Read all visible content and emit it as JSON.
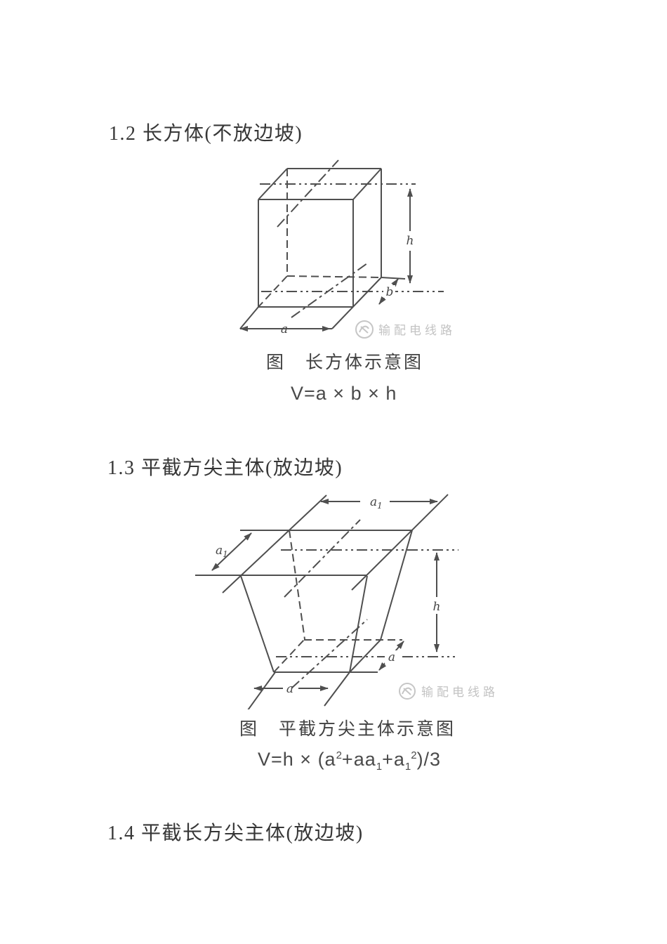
{
  "colors": {
    "ink": "#4f4f4f",
    "heading_text": "#373737",
    "caption_text": "#414141",
    "formula_text": "#4a4a4a",
    "watermark": "#c3c3c3"
  },
  "sections": [
    {
      "heading": "1.2 长方体(不放边坡)",
      "caption": "图　长方体示意图",
      "formula": "V=a × b × h",
      "figure": {
        "labels": {
          "a": "a",
          "b": "b",
          "h": "h"
        },
        "watermark": "输配电线路"
      }
    },
    {
      "heading": "1.3 平截方尖主体(放边坡)",
      "caption": "图　平截方尖主体示意图",
      "formula": {
        "lead": "V=h × (a",
        "sup1": "2",
        "mid1": "+aa",
        "sub1": "1",
        "mid2": "+a",
        "sub2": "1",
        "sup2": "2",
        "tail": ")/3"
      },
      "figure": {
        "labels": {
          "a1_main": "a",
          "a1_sub": "1",
          "a": "a",
          "h": "h"
        },
        "watermark": "输配电线路"
      }
    },
    {
      "heading": "1.4 平截长方尖主体(放边坡)"
    }
  ]
}
